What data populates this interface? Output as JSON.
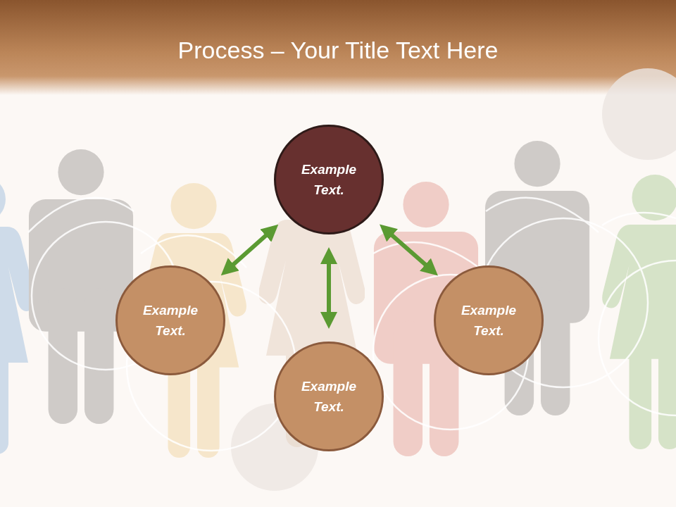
{
  "diagram": {
    "title": "Process – Your Title Text Here",
    "nodes": [
      {
        "text": [
          "Example Text."
        ]
      },
      {
        "text": [
          "Example Text."
        ]
      },
      {
        "text": [
          "Example Text."
        ]
      },
      {
        "text": [
          "Example Text."
        ]
      }
    ],
    "edges": [
      {
        "from": 1,
        "to": 0,
        "arrow": "both"
      },
      {
        "from": 0,
        "to": 2,
        "arrow": "both"
      },
      {
        "from": 0,
        "to": 3,
        "arrow": "both"
      }
    ]
  }
}
